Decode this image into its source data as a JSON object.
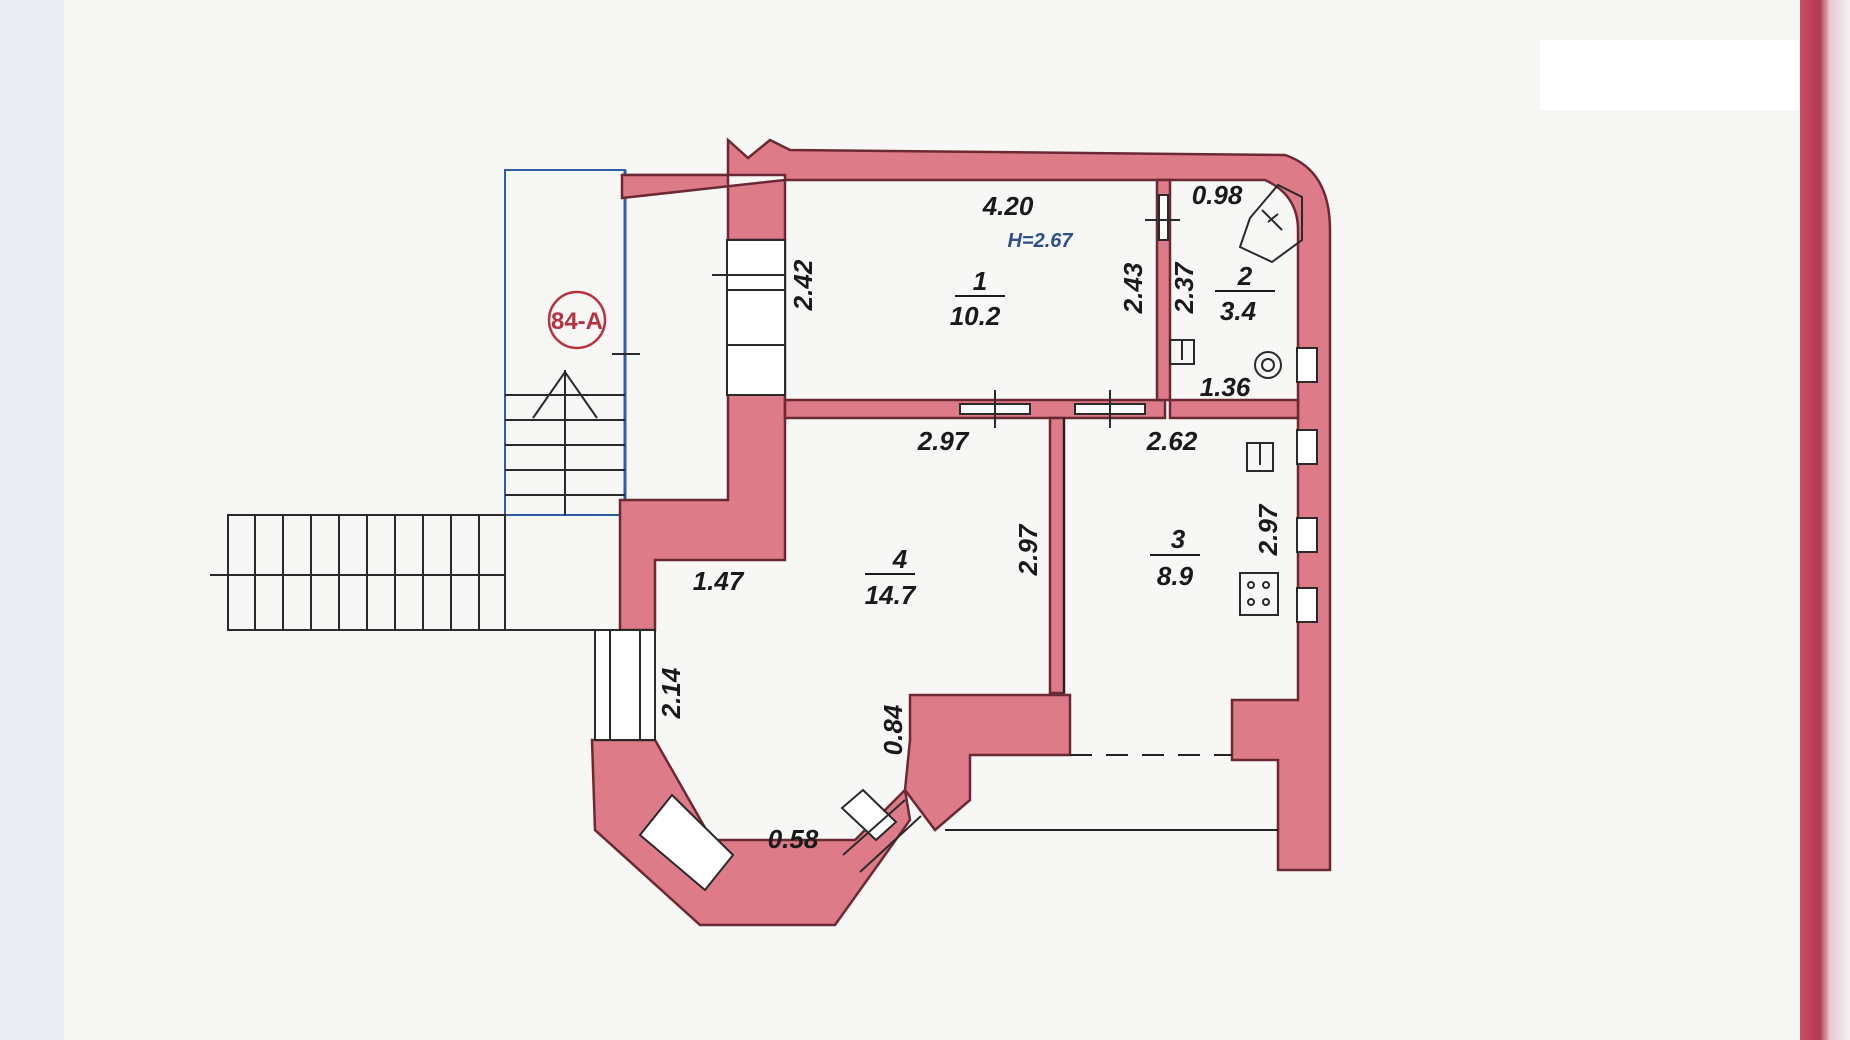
{
  "plan": {
    "building_marker": "84-A",
    "ceiling_height": "H=2.67",
    "rooms": [
      {
        "number": "1",
        "area": "10.2"
      },
      {
        "number": "2",
        "area": "3.4"
      },
      {
        "number": "3",
        "area": "8.9"
      },
      {
        "number": "4",
        "area": "14.7"
      }
    ],
    "dimensions": {
      "room1_width": "4.20",
      "room1_left_height": "2.42",
      "room1_right_height": "2.43",
      "room2_width": "0.98",
      "room2_height": "2.37",
      "room2_bottom": "1.36",
      "room4_top": "2.97",
      "room4_right": "2.97",
      "room4_left_top": "1.47",
      "room4_left": "2.14",
      "room4_bay": "0.84",
      "room4_bottom": "0.58",
      "room3_top": "2.62",
      "room3_right": "2.97"
    },
    "colors": {
      "wall_fill": "#dd7b88",
      "wall_stroke": "#6b2a33",
      "line": "#222222",
      "stair_blue": "#2f5ea8",
      "marker_red": "#b8323e"
    }
  }
}
